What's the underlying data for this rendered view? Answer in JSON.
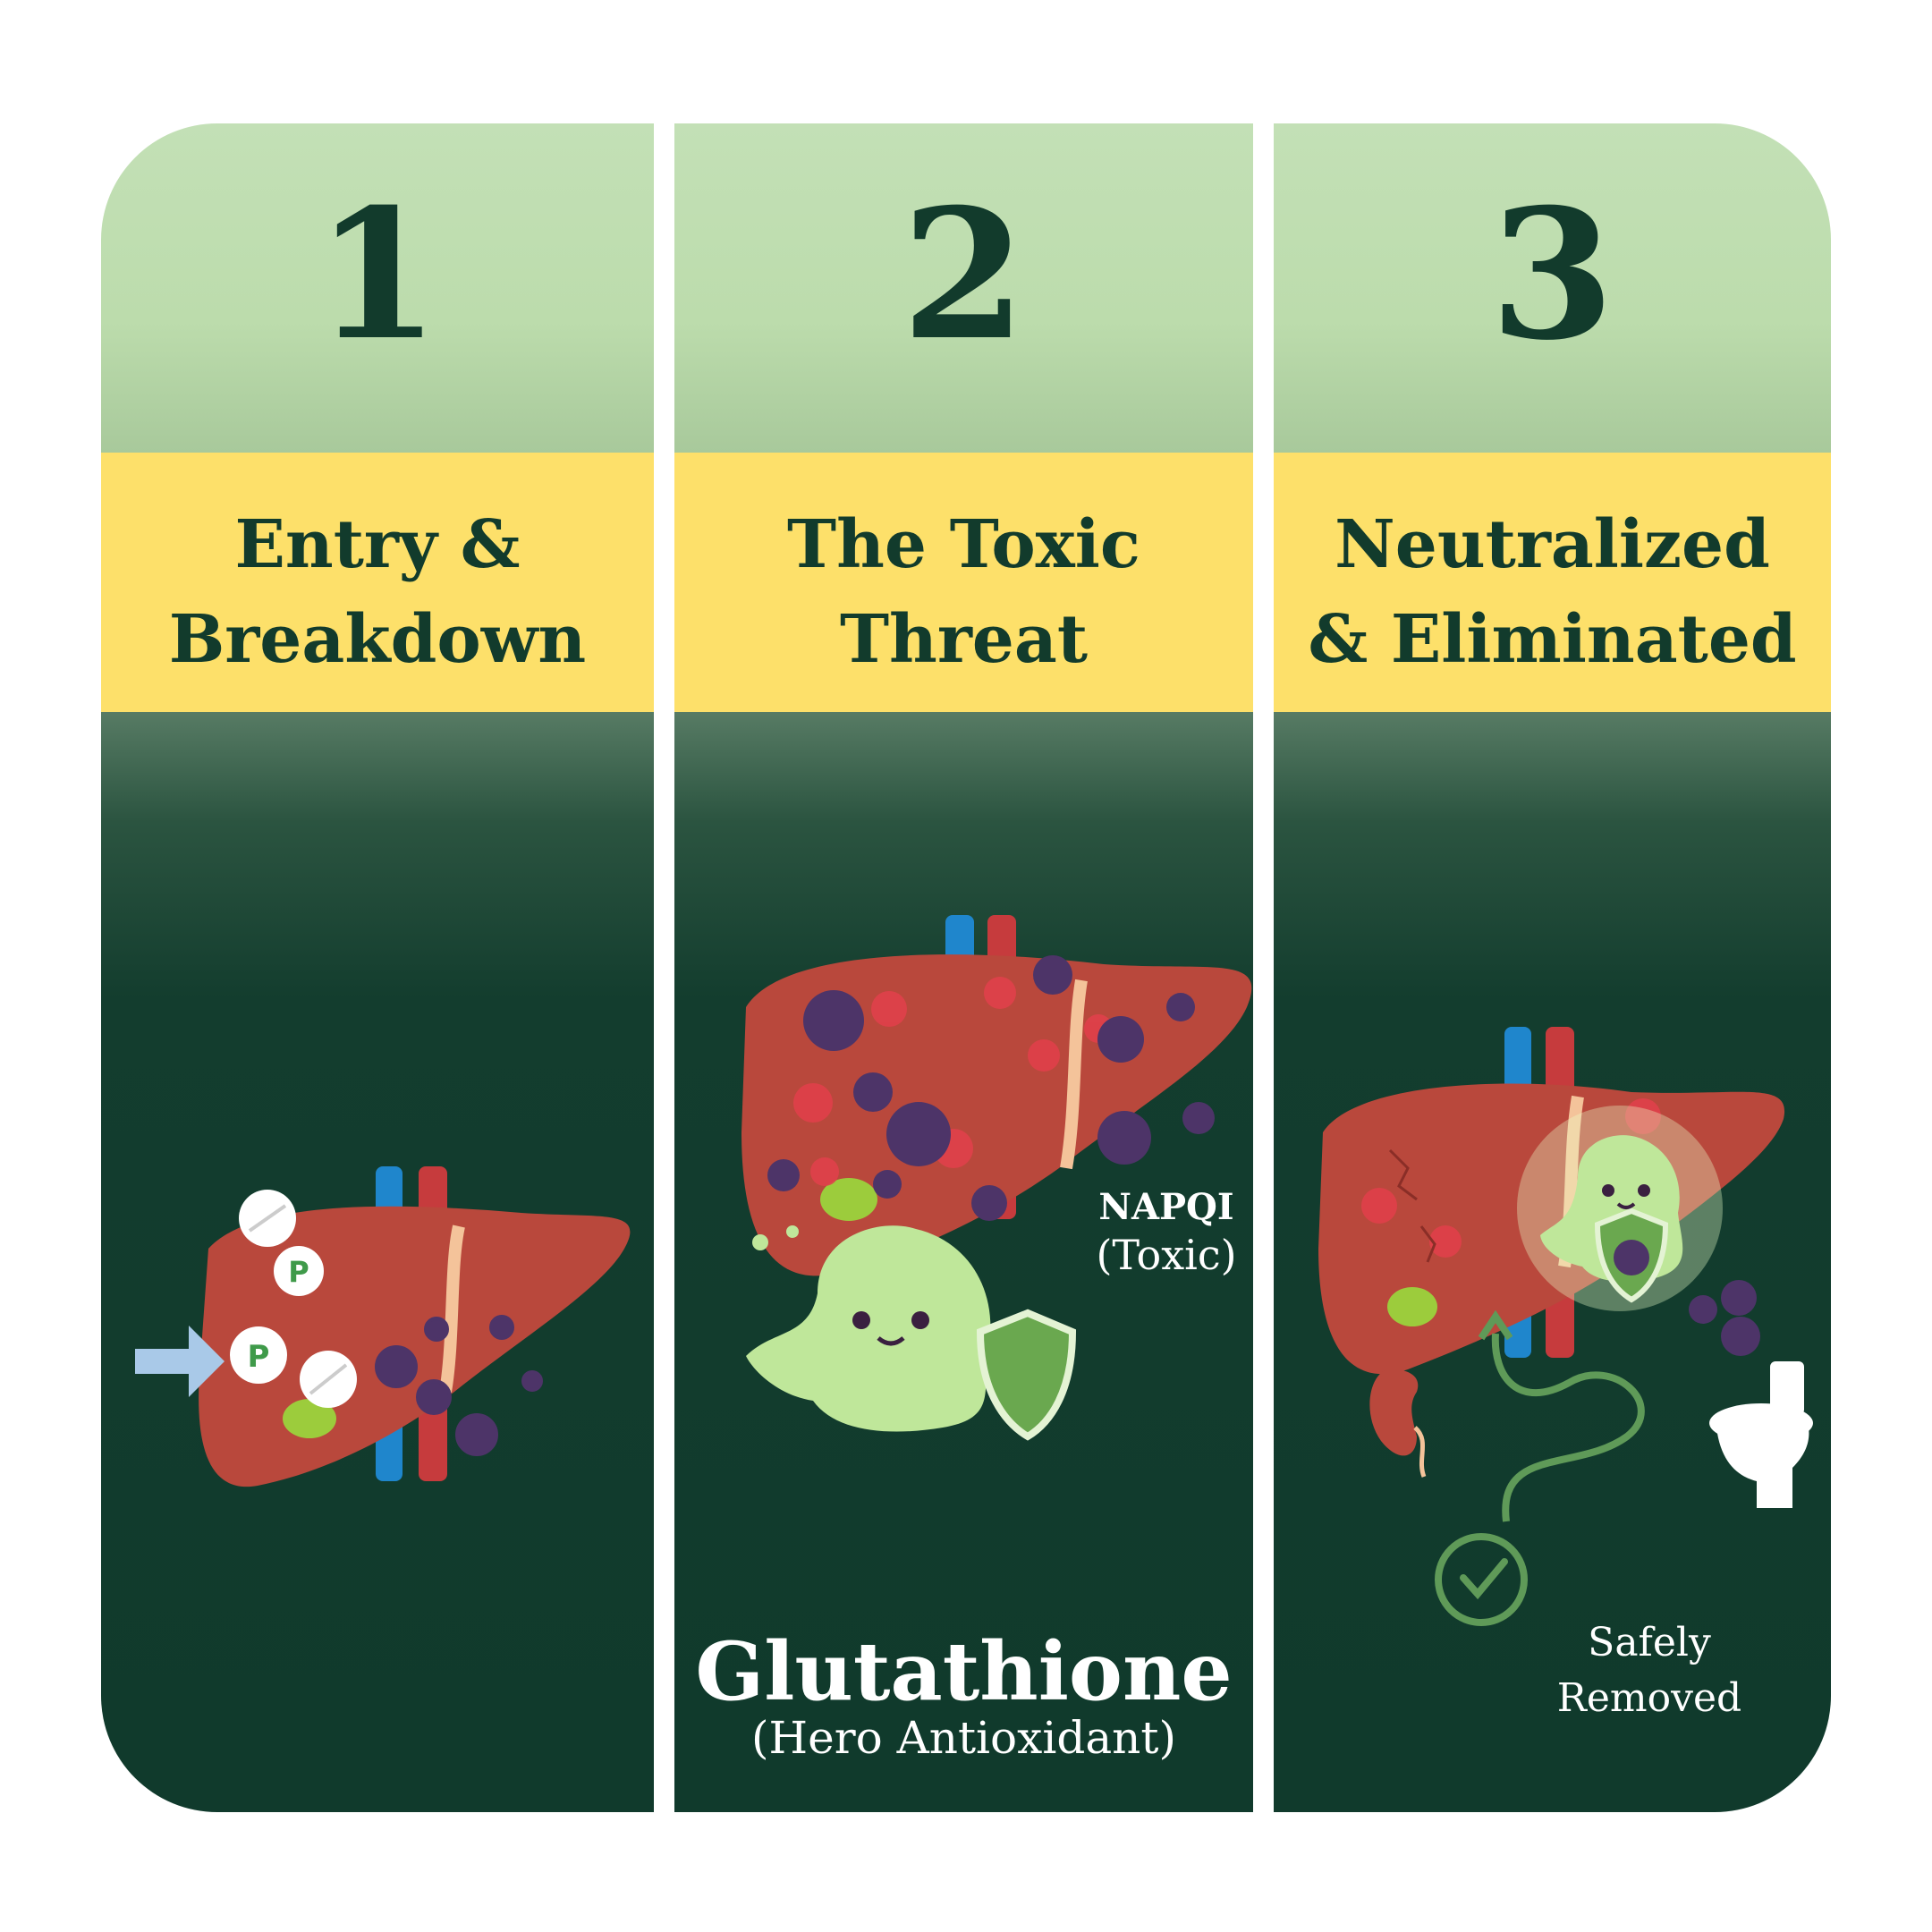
{
  "steps": [
    {
      "number": "1",
      "title_line1": "Entry &",
      "title_line2": "Breakdown"
    },
    {
      "number": "2",
      "title_line1": "The Toxic",
      "title_line2": "Threat"
    },
    {
      "number": "3",
      "title_line1": "Neutralized",
      "title_line2": "& Eliminated"
    }
  ],
  "pill_letter": "P",
  "napqi": {
    "name": "NAPQI",
    "sub": "(Toxic)"
  },
  "glutathione": {
    "name": "Glutathione",
    "sub": "(Hero Antioxidant)"
  },
  "removal": {
    "line1": "Safely",
    "line2": "Removed"
  },
  "colors": {
    "dark_green": "#123b2c",
    "light_green": "#c3e0b6",
    "yellow": "#fde06a",
    "liver": "#b9483c",
    "virus": "#4d3468",
    "hero": "#bfe79a"
  }
}
